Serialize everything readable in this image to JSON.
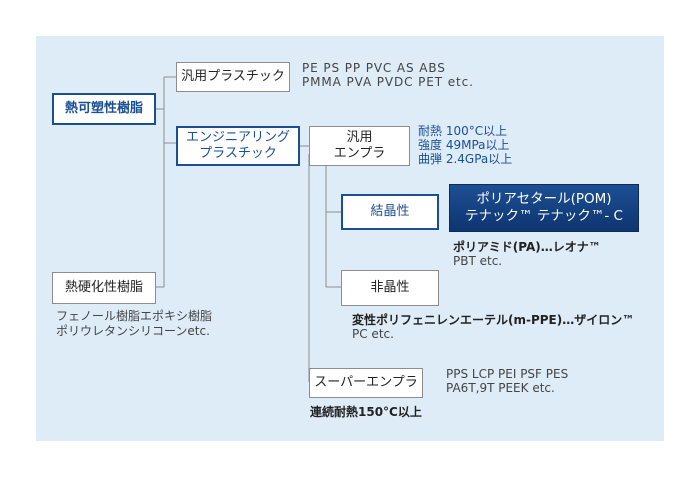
{
  "nodes": {
    "thermoplastic": "熱可塑性樹脂",
    "thermoset": "熱硬化性樹脂",
    "general_plastic": "汎用プラスチック",
    "engineering_plastic": [
      "エンジニアリング",
      "プラスチック"
    ],
    "general_engplastic": [
      "汎用",
      "エンプラ"
    ],
    "crystalline": "結晶性",
    "amorphous": "非晶性",
    "super_engplastic": "スーパーエンプラ",
    "pom_highlight": [
      "ポリアセタール(POM)",
      "テナック™ テナック™- C"
    ]
  },
  "labels": {
    "general_plastic_examples": [
      "PE  PS  PP  PVC  AS  ABS",
      "PMMA  PVA  PVDC  PET  etc."
    ],
    "engplastic_props": [
      "耐熱 100°C以上",
      "強度 49MPa以上",
      "曲弾 2.4GPa以上"
    ],
    "crystalline_examples": [
      "ポリアミド(PA)…レオナ™",
      "PBT  etc."
    ],
    "amorphous_examples": [
      "変性ポリフェニレンエーテル(m-PPE)…ザイロン™",
      "PC etc."
    ],
    "super_examples": [
      "PPS  LCP  PEI  PSF  PES",
      "PA6T,9T  PEEK etc."
    ],
    "super_note": "連続耐熱150°C以上",
    "thermoset_examples": [
      "フェノール樹脂エポキシ樹脂",
      "ポリウレタンシリコーンetc."
    ]
  }
}
